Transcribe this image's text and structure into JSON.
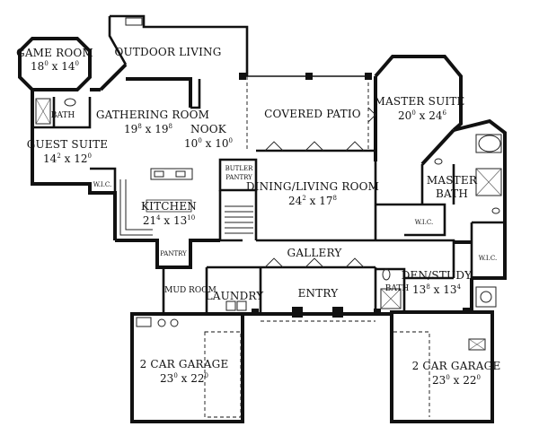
{
  "rooms": {
    "game_room": {
      "name": "Game Room",
      "dim": {
        "w": "18",
        "ws": "0",
        "h": "14",
        "hs": "0"
      }
    },
    "outdoor_living": {
      "name": "Outdoor Living"
    },
    "bath_left": {
      "name": "Bath"
    },
    "guest_suite": {
      "name": "Guest Suite",
      "dim": {
        "w": "14",
        "ws": "2",
        "h": "12",
        "hs": "0"
      }
    },
    "wic_left": {
      "name": "W.I.C."
    },
    "gathering_room": {
      "name": "Gathering Room",
      "dim": {
        "w": "19",
        "ws": "8",
        "h": "19",
        "hs": "8"
      }
    },
    "nook": {
      "name": "Nook",
      "dim": {
        "w": "10",
        "ws": "0",
        "h": "10",
        "hs": "0"
      }
    },
    "covered_patio": {
      "name": "Covered Patio"
    },
    "master_suite": {
      "name": "Master Suite",
      "dim": {
        "w": "20",
        "ws": "0",
        "h": "24",
        "hs": "6"
      }
    },
    "butler_pantry": {
      "name_line1": "Butler",
      "name_line2": "Pantry"
    },
    "dining_living": {
      "name": "Dining/Living Room",
      "dim": {
        "w": "24",
        "ws": "2",
        "h": "17",
        "hs": "8"
      }
    },
    "master_bath": {
      "name_line1": "Master",
      "name_line2": "Bath"
    },
    "kitchen": {
      "name": "Kitchen",
      "dim": {
        "w": "21",
        "ws": "4",
        "h": "13",
        "hs": "10"
      }
    },
    "wic_master_1": {
      "name": "W.I.C."
    },
    "wic_master_2": {
      "name": "W.I.C."
    },
    "pantry": {
      "name": "Pantry"
    },
    "gallery": {
      "name": "Gallery"
    },
    "den_study": {
      "name": "Den/Study",
      "dim": {
        "w": "13",
        "ws": "8",
        "h": "13",
        "hs": "4"
      }
    },
    "mud_room": {
      "name": "Mud Room"
    },
    "laundry": {
      "name": "Laundry"
    },
    "entry": {
      "name": "Entry"
    },
    "bath_right": {
      "name": "Bath"
    },
    "garage_left": {
      "name": "2 Car Garage",
      "dim": {
        "w": "23",
        "ws": "0",
        "h": "22",
        "hs": "0"
      }
    },
    "garage_right": {
      "name": "2 Car garage",
      "dim": {
        "w": "23",
        "ws": "0",
        "h": "22",
        "hs": "0"
      }
    }
  },
  "dim_separator": " x "
}
